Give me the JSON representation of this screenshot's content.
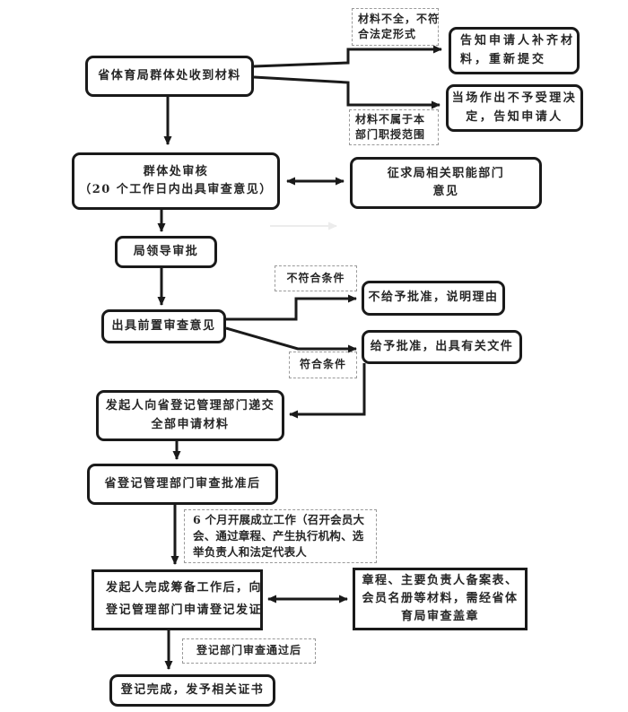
{
  "nodes": {
    "receive": {
      "line1": "省体育局群体处收到材料"
    },
    "label_incomplete": {
      "line1": "材料不全，不符",
      "line2": "合法定形式"
    },
    "notify_resubmit": {
      "line1": "告知申请人补齐材",
      "line2": "料，重新提交"
    },
    "label_scope": {
      "line1": "材料不属于本",
      "line2": "部门职授范围"
    },
    "reject_onsite": {
      "line1": "当场作出不予受理决",
      "line2": "定，告知申请人"
    },
    "review": {
      "line1": "群体处审核",
      "line2": "（20 个工作日内出具审查意见）"
    },
    "consult": {
      "line1": "征求局相关职能部门",
      "line2": "意见"
    },
    "leader_approve": {
      "line1": "局领导审批"
    },
    "pre_opinion": {
      "line1": "出具前置审查意见"
    },
    "label_not_qualify": {
      "line1": "不符合条件"
    },
    "no_approve": {
      "line1": "不给予批准，说明理由"
    },
    "label_qualify": {
      "line1": "符合条件"
    },
    "approve": {
      "line1": "给予批准，出具有关文件"
    },
    "submit_all": {
      "line1": "发起人向省登记管理部门递交",
      "line2": "全部申请材料"
    },
    "dept_approve": {
      "line1": "省登记管理部门审查批准后"
    },
    "label_six_month": {
      "line1": "6 个月开展成立工作（召开会员大",
      "line2": "会、通过章程、产生执行机构、选",
      "line3": "举负责人和法定代表人"
    },
    "prepare_done": {
      "line1": "发起人完成筹备工作后，向",
      "line2": "登记管理部门申请登记发证"
    },
    "materials_stamp": {
      "line1": "章程、主要负责人备案表、",
      "line2": "会员名册等材料，需经省体",
      "line3": "育局审查盖章"
    },
    "label_reg_pass": {
      "line1": "登记部门审查通过后"
    },
    "complete": {
      "line1": "登记完成，发予相关证书"
    }
  },
  "colors": {
    "line": "#1a1a1a",
    "text": "#262626",
    "dashed_border": "#9a9a9a",
    "background": "#ffffff",
    "faint_line": "#ececec"
  }
}
